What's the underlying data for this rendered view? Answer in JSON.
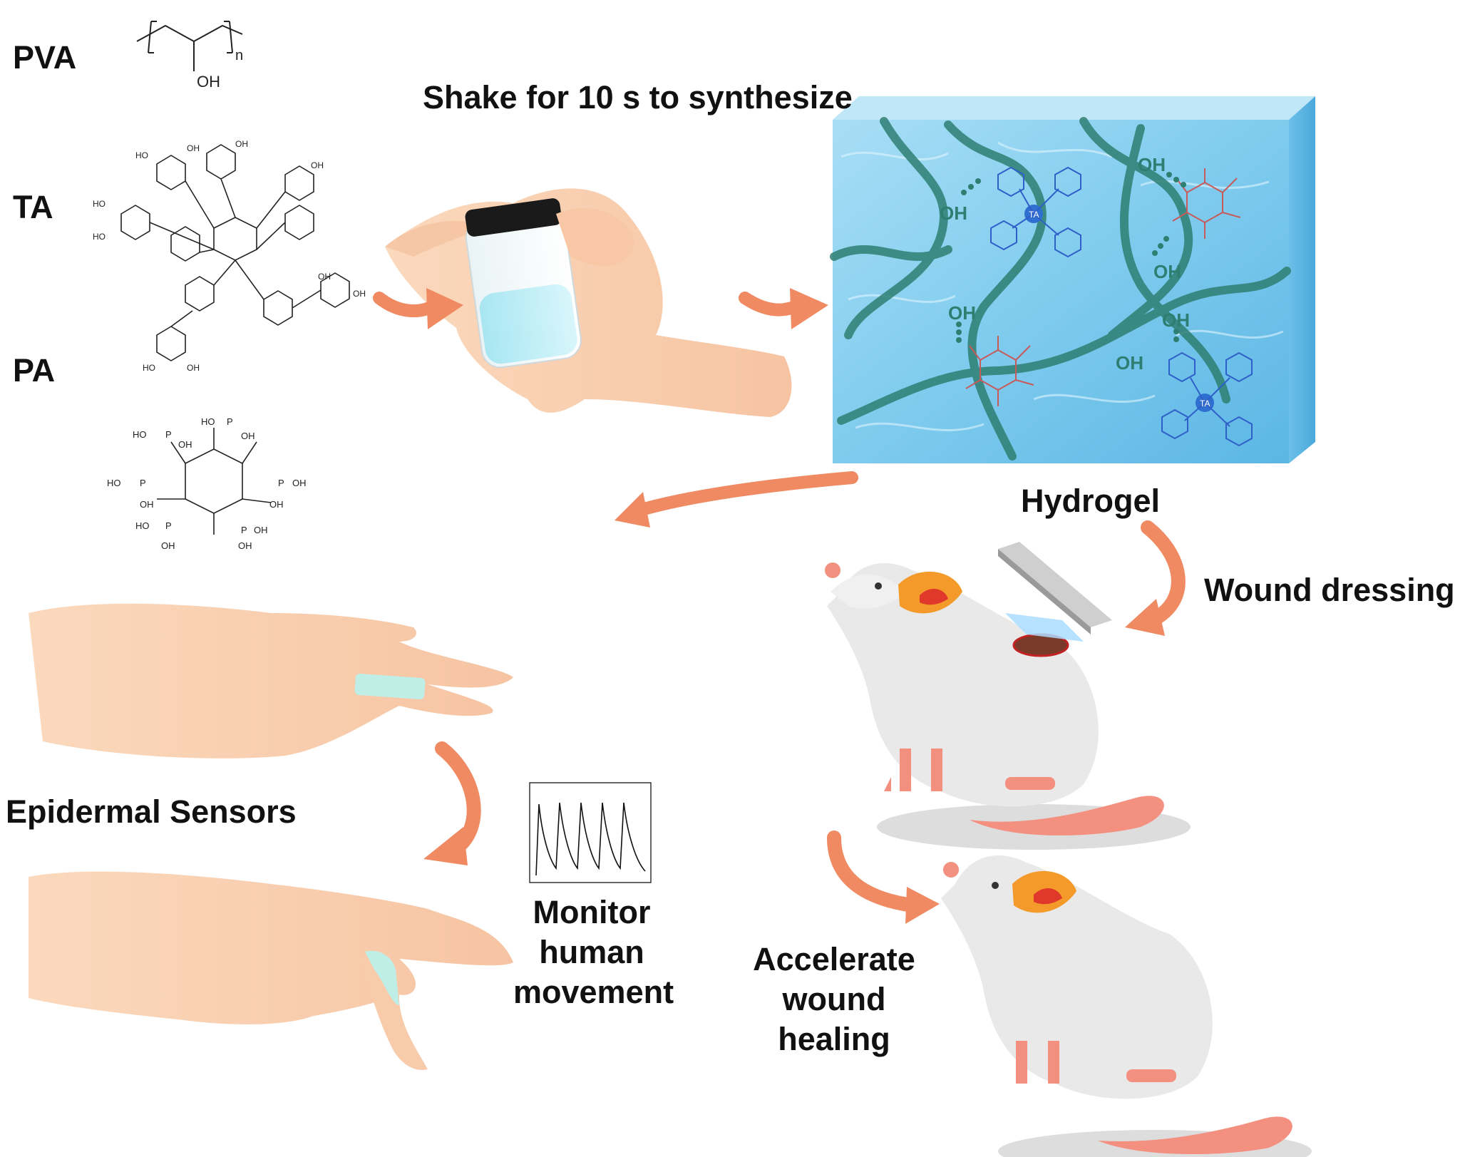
{
  "labels": {
    "pva": "PVA",
    "ta": "TA",
    "pa": "PA",
    "shake": "Shake for 10 s to synthesize",
    "hydrogel": "Hydrogel",
    "wound_dressing": "Wound dressing",
    "epidermal_sensors": "Epidermal Sensors",
    "monitor_line1": "Monitor",
    "monitor_line2": "human",
    "monitor_line3": "movement",
    "accelerate_line1": "Accelerate",
    "accelerate_line2": "wound",
    "accelerate_line3": "healing"
  },
  "chem": {
    "pva_oh": "OH",
    "pva_n": "n",
    "hydroxyl": "OH",
    "ta_core": "TA",
    "ho": "HO",
    "phosphorus": "P"
  },
  "colors": {
    "arrow": "#f08a62",
    "hydrogel_blue": "#8fd3f0",
    "polymer_chain": "#2e7f72",
    "ta_blue": "#2f5fc8",
    "pa_red": "#c85a5a",
    "skin": "#f9cfae",
    "rat_body": "#e9e9e9",
    "rat_pink": "#f3907f",
    "ear_orange": "#f39a2a"
  }
}
